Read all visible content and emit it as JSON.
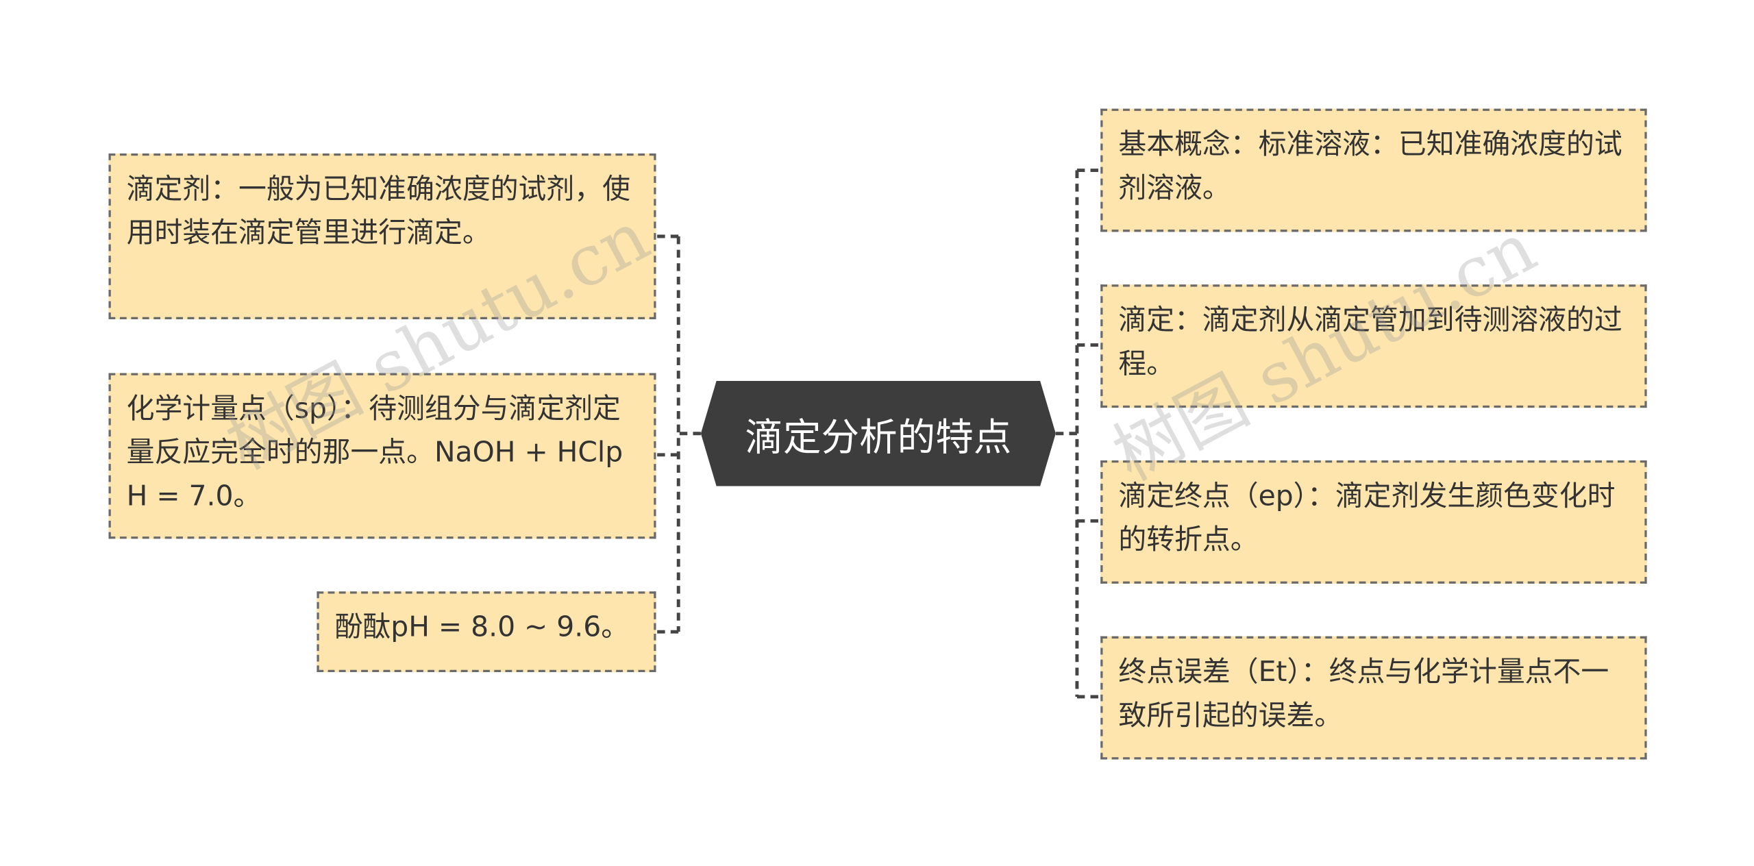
{
  "center": {
    "label": "滴定分析的特点"
  },
  "left_nodes": [
    {
      "text": "滴定剂：一般为已知准确浓度的试剂，使用时装在滴定管里进行滴定。"
    },
    {
      "text": "化学计量点（sp）：待测组分与滴定剂定量反应完全时的那一点。NaOH + HClpH = 7.0。"
    },
    {
      "text": "酚酞pH = 8.0 ~ 9.6。"
    }
  ],
  "right_nodes": [
    {
      "text": "基本概念：标准溶液：已知准确浓度的试剂溶液。"
    },
    {
      "text": "滴定：滴定剂从滴定管加到待测溶液的过程。"
    },
    {
      "text": "滴定终点（ep）：滴定剂发生颜色变化时的转折点。"
    },
    {
      "text": "终点误差（Et）：终点与化学计量点不一致所引起的误差。"
    }
  ],
  "watermarks": [
    "树图 shutu.cn",
    "树图 shutu.cn"
  ],
  "colors": {
    "node_fill": "#fde5ad",
    "center_fill": "#3d3d3d",
    "connector": "#444444"
  }
}
